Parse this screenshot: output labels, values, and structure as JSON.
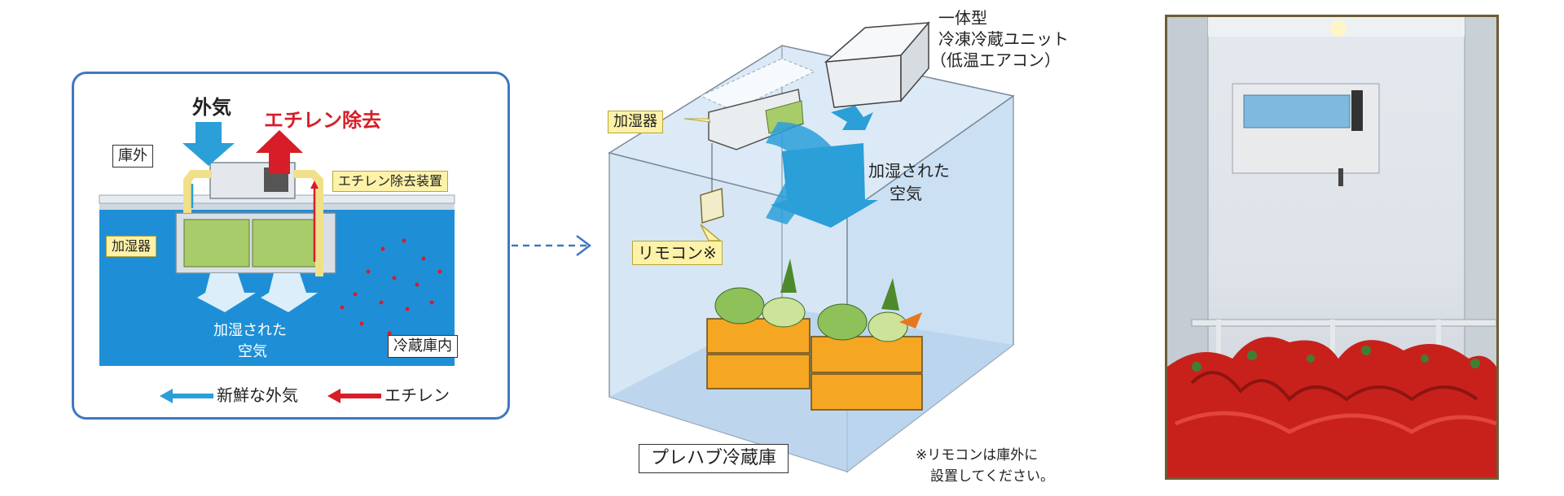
{
  "left_panel": {
    "outside_air": "外気",
    "ethylene_removal": "エチレン除去",
    "outside_storage": "庫外",
    "ethylene_removal_device": "エチレン除去装置",
    "humidifier": "加湿器",
    "humidified_air_line1": "加湿された",
    "humidified_air_line2": "空気",
    "inside_storage": "冷蔵庫内",
    "legend_fresh_air": "新鮮な外気",
    "legend_ethylene": "エチレン"
  },
  "center_panel": {
    "unit_line1": "一体型",
    "unit_line2": "冷凍冷蔵ユニット",
    "unit_line3": "（低温エアコン）",
    "humidifier": "加湿器",
    "humidified_air_line1": "加湿された",
    "humidified_air_line2": "空気",
    "remote": "リモコン※",
    "prefab_label": "プレハブ冷蔵庫",
    "note_line1": "※リモコンは庫外に",
    "note_line2": "設置してください。"
  },
  "colors": {
    "panel_border": "#3f78c2",
    "storage_blue": "#1e8fd6",
    "fresh_air_blue": "#2a9fd8",
    "ethylene_red": "#d71e28",
    "humidifier_green": "#a8cc6a",
    "label_yellow": "#fdf2a8"
  }
}
